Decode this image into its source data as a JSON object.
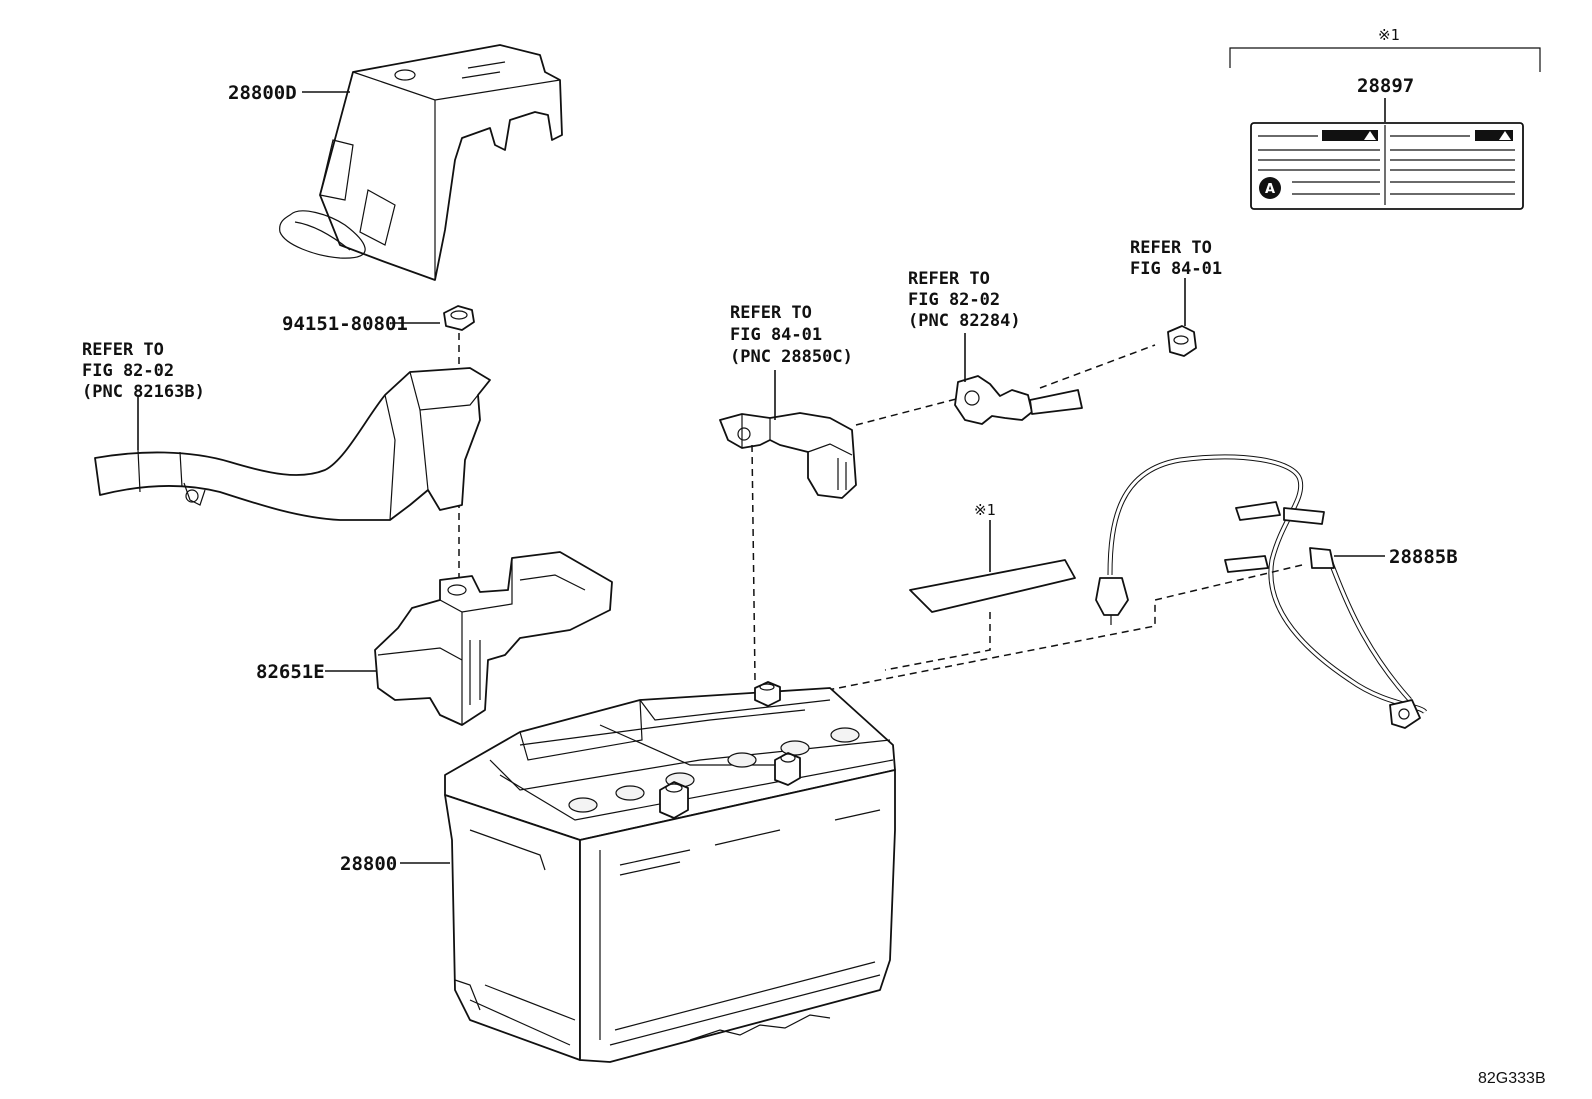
{
  "figure_id": "82G333B",
  "footnote_mark": "※1",
  "callouts": {
    "p28800D": "28800D",
    "p94151": "94151-80801",
    "p82651E": "82651E",
    "p28800": "28800",
    "p28897": "28897",
    "p28885B": "28885B"
  },
  "refer_left": [
    "REFER TO",
    "FIG 82-02",
    "(PNC 82163B)"
  ],
  "refer_center": [
    "REFER TO",
    "FIG 84-01",
    "(PNC 28850C)"
  ],
  "refer_mid": [
    "REFER TO",
    "FIG 82-02",
    "(PNC 82284)"
  ],
  "refer_right": [
    "REFER TO",
    "FIG 84-01"
  ],
  "label_badge": "A",
  "colors": {
    "ink": "#111111",
    "background": "#ffffff"
  }
}
